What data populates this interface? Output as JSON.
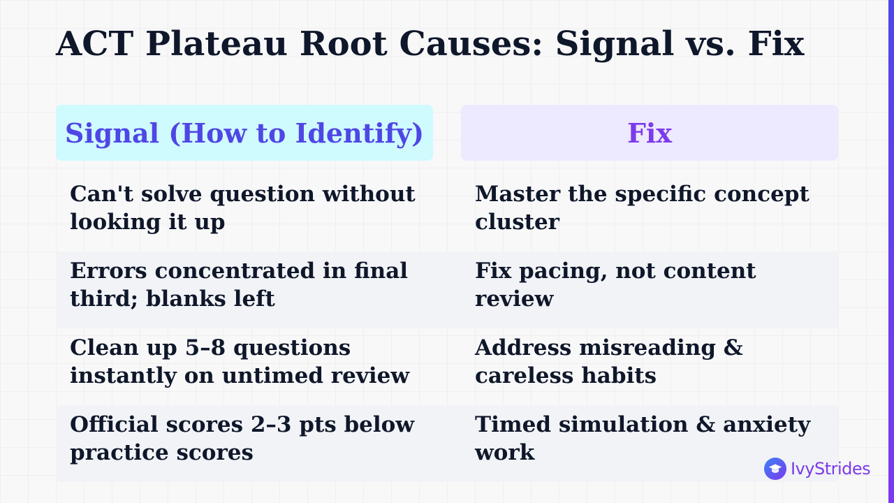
{
  "title": "ACT Plateau Root Causes: Signal vs. Fix",
  "table": {
    "headers": {
      "signal": "Signal (How to Identify)",
      "fix": "Fix"
    },
    "rows": [
      {
        "signal": "Can't solve question without looking it up",
        "fix": "Master the specific concept cluster"
      },
      {
        "signal": "Errors concentrated in final third; blanks left",
        "fix": "Fix pacing, not content review"
      },
      {
        "signal": "Clean up 5–8 questions instantly on untimed review",
        "fix": "Address misreading & careless habits"
      },
      {
        "signal": "Official scores 2–3 pts below practice scores",
        "fix": "Timed simulation & anxiety work"
      }
    ]
  },
  "logo": {
    "text": "IvyStrides",
    "icon": "graduation-cap-icon"
  },
  "colors": {
    "signal_header_bg": "#cffafe",
    "signal_header_text": "#4f46e5",
    "fix_header_bg": "#ede9fe",
    "fix_header_text": "#7c3aed",
    "accent": "#7c3aed"
  }
}
